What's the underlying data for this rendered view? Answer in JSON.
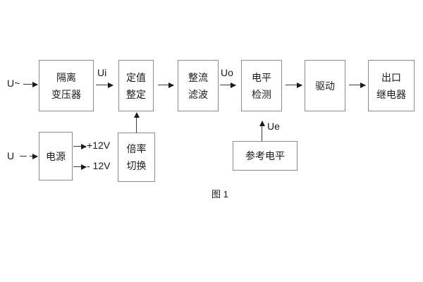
{
  "diagram": {
    "caption": "图 1",
    "blocks": [
      {
        "id": "isolation-transformer",
        "line1": "隔离",
        "line2": "变压器"
      },
      {
        "id": "setting-value",
        "line1": "定值",
        "line2": "整定"
      },
      {
        "id": "rectify-filter",
        "line1": "整流",
        "line2": "滤波"
      },
      {
        "id": "level-detection",
        "line1": "电平",
        "line2": "检测"
      },
      {
        "id": "drive",
        "line1": "驱动",
        "line2": ""
      },
      {
        "id": "output-relay",
        "line1": "出口",
        "line2": "继电器"
      },
      {
        "id": "power-supply",
        "line1": "电源",
        "line2": ""
      },
      {
        "id": "multiplier-switch",
        "line1": "倍率",
        "line2": "切换"
      },
      {
        "id": "reference-level",
        "line1": "参考电平",
        "line2": ""
      }
    ],
    "signals": {
      "input_ac": "U~",
      "input_dc": "U",
      "ui": "Ui",
      "uo": "Uo",
      "ue": "Ue",
      "rail_positive": "+12V",
      "rail_negative": "- 12V"
    }
  }
}
